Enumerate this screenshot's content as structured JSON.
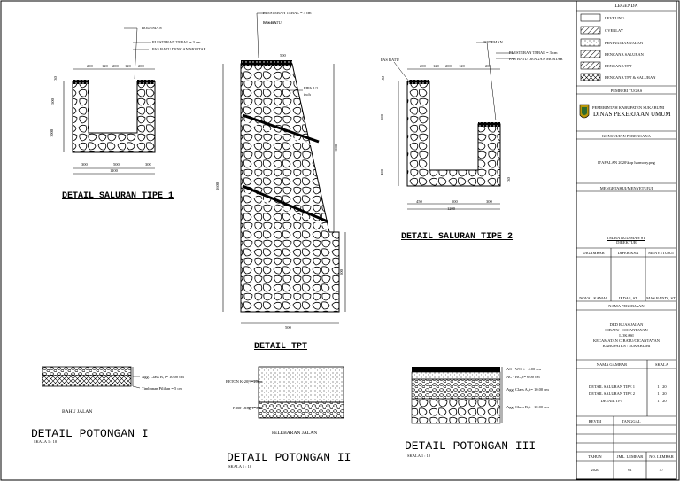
{
  "legend": {
    "title": "LEGENDA",
    "items": [
      "LEVELING",
      "OVERLAY",
      "PENINGGIAN JALAN",
      "RENCANA SALURAN",
      "RENCANA TPT",
      "RENCANA TPT & SALURAN"
    ]
  },
  "owner": {
    "header": "PEMBERI TUGAS",
    "line1": "PEMERINTAH KABUPATEN SUKABUMI",
    "line2": "DINAS PEKERJAAN UMUM"
  },
  "consultant": {
    "header": "KONSULTAN PERENCANA",
    "logo_text": "D'AFALAN 2020\\kop harmony.png"
  },
  "approval": {
    "header": "MENGETAHUI/MENYETUJUI",
    "person": "INDRA RUDIMAN ST",
    "person_sub": "DIREKTUR",
    "cols": [
      "DIGAMBAR",
      "DIPERIKSA",
      "MENYETUJUI"
    ],
    "names": [
      "NOVAL KAMAL",
      "IRDAS, ST",
      "MAS RANDI, ST"
    ]
  },
  "project": {
    "header": "NAMA PEKERJAAN",
    "lines": [
      "DED RUAS JALAN",
      "CIBATU - CICANTAYAN",
      "LOKASI",
      "KECAMATAN CIBATU/CICANTAYAN",
      "KABUPATEN : SUKABUMI"
    ]
  },
  "drawings": {
    "header_name": "NAMA GAMBAR",
    "header_scale": "SKALA",
    "items": [
      {
        "name": "DETAIL SALURAN TIPE 1",
        "scale": "1 : 20"
      },
      {
        "name": "DETAIL SALURAN TIPE 2",
        "scale": "1 : 20"
      },
      {
        "name": "DETAIL TPT",
        "scale": "1 : 20"
      }
    ]
  },
  "revision": {
    "col1": "REVISI",
    "col2": "TANGGAL"
  },
  "footer": {
    "headers": [
      "TAHUN",
      "JML. LEMBAR",
      "NO. LEMBAR"
    ],
    "values": [
      "2020",
      "61",
      "47"
    ]
  },
  "details": {
    "saluran1": {
      "title": "DETAIL  SALURAN TIPE 1",
      "labels": [
        "BODEMAN",
        "PLESTERAN TEBAL = 3 cm",
        "PAS BATU DENGAN MORTAR"
      ],
      "dims_top": [
        "200",
        "120",
        "200",
        "120",
        "200"
      ],
      "dims_bottom": [
        "300",
        "500",
        "300"
      ],
      "dim_total": "1100",
      "dims_left": [
        "500",
        "1000"
      ],
      "dim_small": "30"
    },
    "tpt": {
      "title": "DETAIL TPT",
      "labels": [
        "PLESTERAN TEBAL = 3 cm",
        "PAS BATU",
        "PIPA 1/2",
        "inch"
      ],
      "dim_top": "500",
      "dim_bottom": "500",
      "dim_left": "1600",
      "dim_right_top": "1000",
      "dim_right_bottom": "500"
    },
    "saluran2": {
      "title": "DETAIL SALURAN TIPE 2",
      "labels": [
        "BODEMAN",
        "PLESTERAN TEBAL = 3 cm",
        "PAS BATU DENGAN MORTAR",
        "PAS BATU"
      ],
      "dims_top": [
        "200",
        "120",
        "200",
        "120",
        "200"
      ],
      "dims_bottom": [
        "450",
        "500",
        "300"
      ],
      "dim_total": "1200",
      "dims_left": [
        "30",
        "800",
        "400"
      ],
      "dim_small": "30"
    },
    "potongan1": {
      "title": "DETAIL POTONGAN I",
      "scale": "SKALA 1 : 10",
      "caption": "BAHU JALAN",
      "labels": [
        "Agg. Class B, t= 10.00 cm",
        "Timbunan Pilihan = 5 cm"
      ]
    },
    "potongan2": {
      "title": "DETAIL POTONGAN II",
      "scale": "SKALA 1 : 10",
      "caption": "PELEBARAN JALAN",
      "labels": [
        "BETON K-20, t=20cm",
        "Floor Drag, t=5cm"
      ]
    },
    "potongan3": {
      "title": "DETAIL POTONGAN III",
      "scale": "SKALA 1 : 10",
      "labels": [
        "AC - WC, t= 4.00 cm",
        "AC - BC, t= 6.00 cm",
        "Agg. Class A, t= 10.00 cm",
        "Agg. Class B, t= 10.00 cm"
      ]
    }
  }
}
